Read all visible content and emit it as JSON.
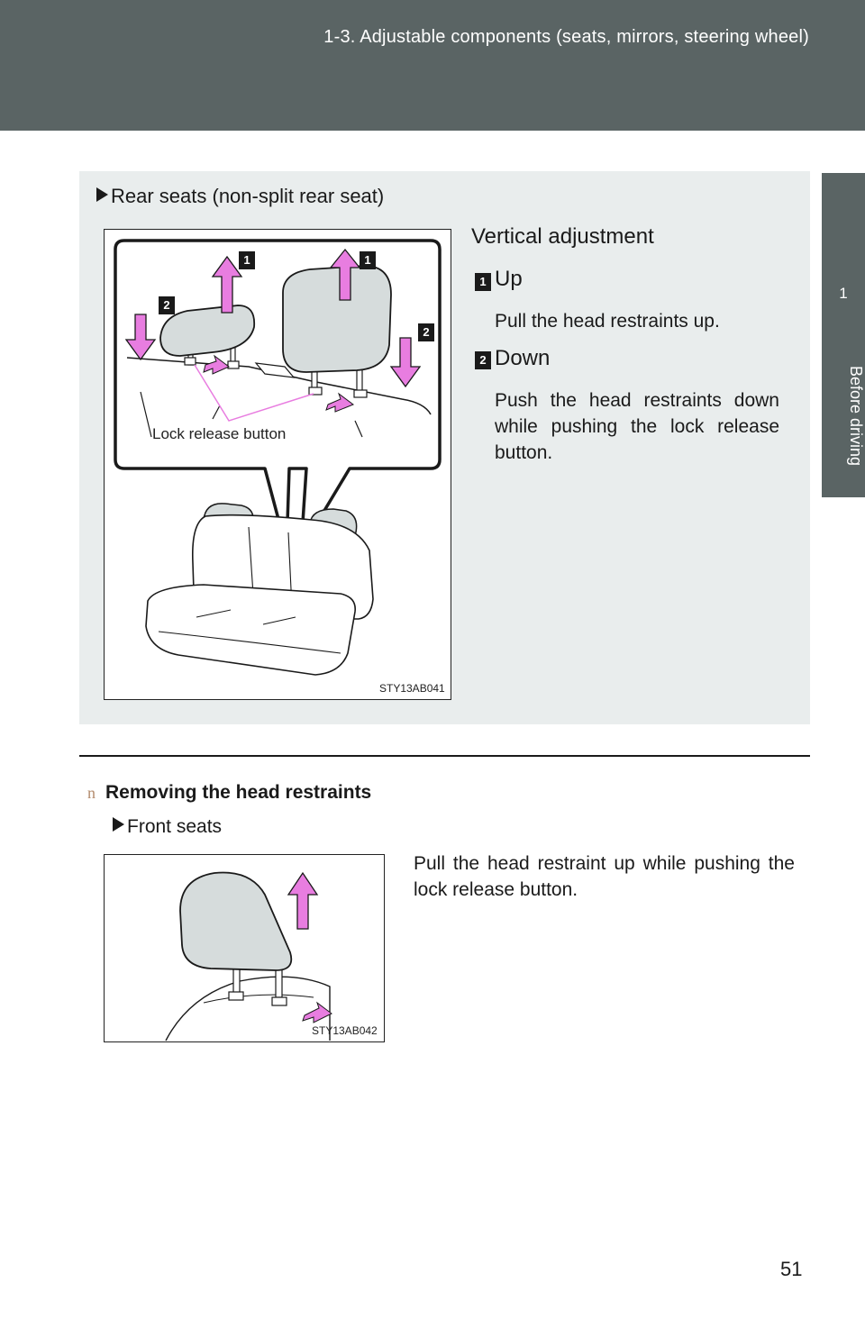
{
  "header": {
    "title": "1-3. Adjustable components (seats, mirrors, steering wheel)"
  },
  "side_tab": {
    "chapter_number": "1",
    "chapter_label": "Before driving"
  },
  "rear_section": {
    "heading": "Rear seats (non-split rear seat)",
    "figure_code": "STY13AB041",
    "callout_label": "Lock release button",
    "arrow_label_up": "1",
    "arrow_label_down": "2",
    "vertical_adjustment": "Vertical adjustment",
    "steps": [
      {
        "number": "1",
        "label": "Up",
        "description": "Pull the head restraints up."
      },
      {
        "number": "2",
        "label": "Down",
        "description": "Push the head restraints down while pushing the lock release button."
      }
    ]
  },
  "removal_section": {
    "marker": "n",
    "title": "Removing the head restraints",
    "subheading": "Front seats",
    "description": "Pull the head restraint up while pushing the lock release button.",
    "figure_code": "STY13AB042"
  },
  "colors": {
    "header_bg": "#5a6464",
    "panel_bg": "#e9eded",
    "arrow_pink": "#e87de0",
    "restraint_gray": "#d6dcdc",
    "section_marker": "#b48c6e"
  },
  "page_number": "51"
}
